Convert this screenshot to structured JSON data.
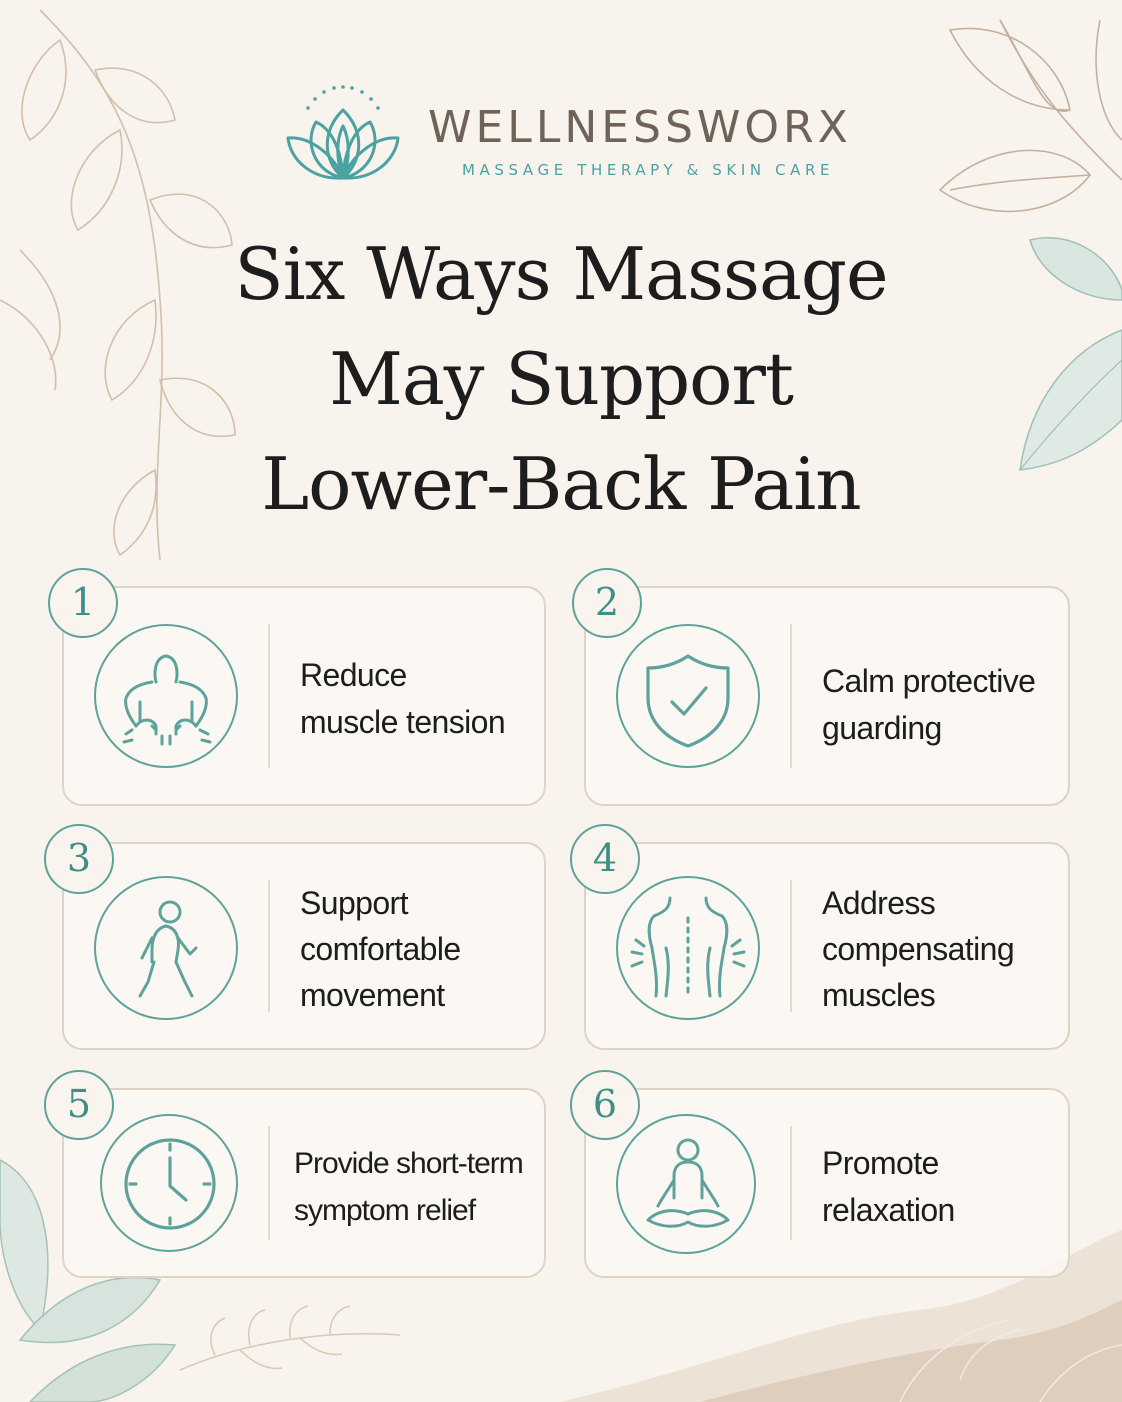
{
  "brand": {
    "name": "WELLNESSWORX",
    "tagline": "MASSAGE THERAPY & SKIN CARE",
    "accent_color": "#4aa3a0",
    "logo_icon": "lotus-icon"
  },
  "title": {
    "line1": "Six Ways Massage",
    "line2": "May Support",
    "line3": "Lower-Back Pain"
  },
  "cards": [
    {
      "number": "1",
      "icon": "back-tension-icon",
      "label_line1": "Reduce",
      "label_line2": "muscle tension",
      "label_line3": ""
    },
    {
      "number": "2",
      "icon": "shield-check-icon",
      "label_line1": "Calm protective",
      "label_line2": "guarding",
      "label_line3": ""
    },
    {
      "number": "3",
      "icon": "walking-person-icon",
      "label_line1": "Support",
      "label_line2": "comfortable",
      "label_line3": "movement"
    },
    {
      "number": "4",
      "icon": "spine-back-icon",
      "label_line1": "Address",
      "label_line2": "compensating",
      "label_line3": "muscles"
    },
    {
      "number": "5",
      "icon": "clock-icon",
      "label_line1": "Provide short-term",
      "label_line2": "symptom relief",
      "label_line3": ""
    },
    {
      "number": "6",
      "icon": "meditation-icon",
      "label_line1": "Promote",
      "label_line2": "relaxation",
      "label_line3": ""
    }
  ],
  "colors": {
    "background": "#f8f3ec",
    "icon_stroke": "#5fa29c",
    "card_border": "#dfd3c6",
    "text": "#1d1d1d"
  }
}
